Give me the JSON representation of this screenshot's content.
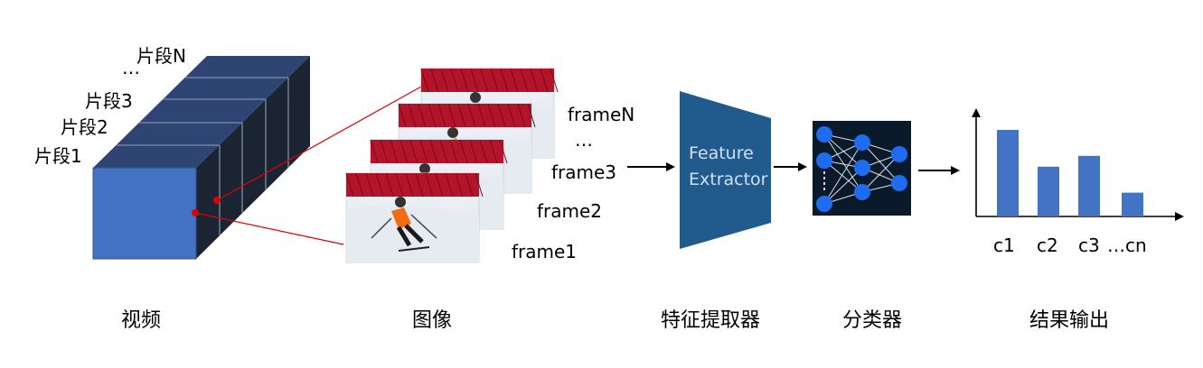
{
  "video": {
    "segments": [
      "片段1",
      "片段2",
      "片段3",
      "…",
      "片段N"
    ],
    "caption": "视频"
  },
  "images": {
    "frames": [
      "frame1",
      "frame2",
      "frame3",
      "…",
      "frameN"
    ],
    "caption": "图像"
  },
  "extractor": {
    "label_line1": "Feature",
    "label_line2": "Extractor",
    "caption": "特征提取器"
  },
  "classifier": {
    "caption": "分类器"
  },
  "result": {
    "caption": "结果输出",
    "chart_data": {
      "type": "bar",
      "categories": [
        "c1",
        "c2",
        "c3",
        "cn"
      ],
      "category_labels": [
        "c1",
        "c2",
        "c3",
        "…cn"
      ],
      "values": [
        0.8,
        0.46,
        0.56,
        0.22
      ],
      "ylim": [
        0,
        1
      ],
      "grid": false,
      "bar_color": "#4472C4"
    }
  },
  "colors": {
    "cube_front": "#4472C4",
    "cube_dark": "#1B2433",
    "cube_top": "#2E4574",
    "extractor": "#215A8C",
    "classifier_bg": "#0B1A2A",
    "node": "#1E6CF0",
    "highlight": "#E00000"
  }
}
